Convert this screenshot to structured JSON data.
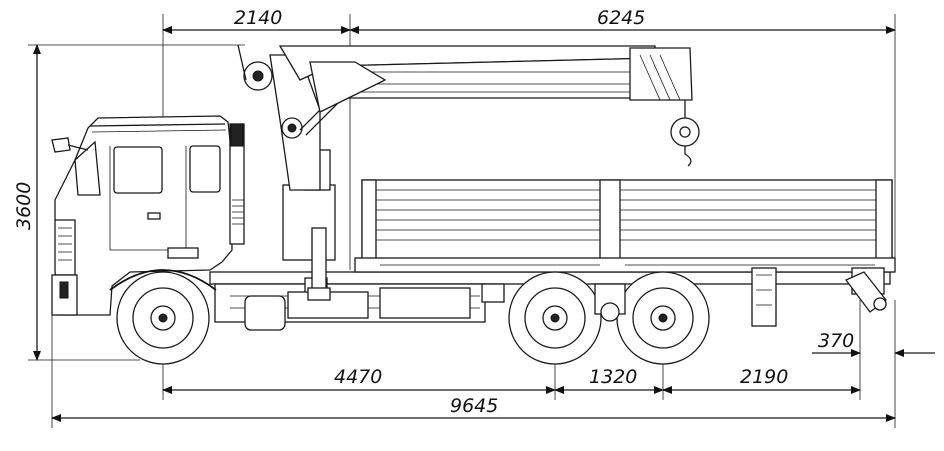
{
  "drawing": {
    "dimensions": {
      "cab_to_crane": "2140",
      "crane_reach": "6245",
      "overall_height": "3600",
      "front_to_rear_axle": "4470",
      "rear_axle_spacing": "1320",
      "rear_overhang": "2190",
      "hitch_offset": "370",
      "overall_length": "9645"
    }
  }
}
